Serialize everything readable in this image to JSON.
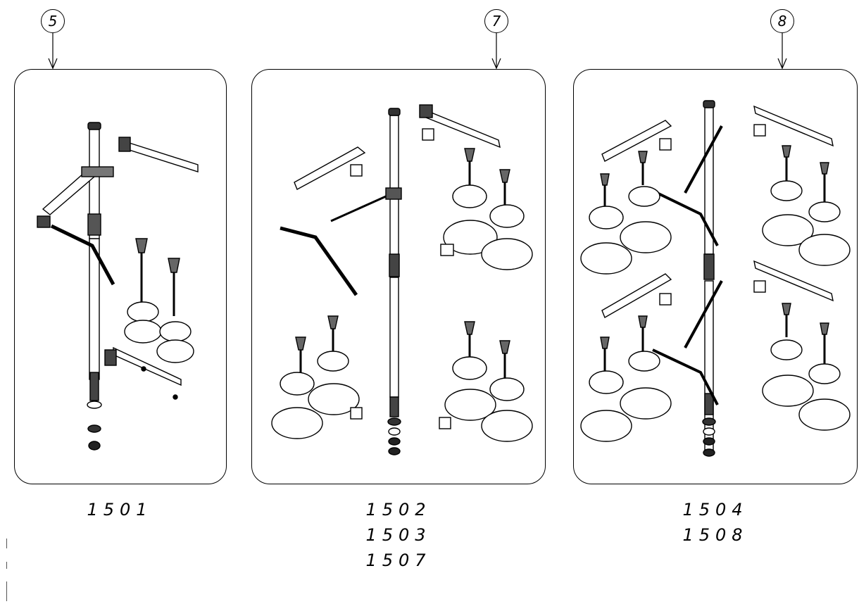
{
  "callouts": [
    {
      "label": "5"
    },
    {
      "label": "7"
    },
    {
      "label": "8"
    }
  ],
  "panels": [
    {
      "models": [
        "1501"
      ]
    },
    {
      "models": [
        "1502",
        "1503",
        "1507"
      ]
    },
    {
      "models": [
        "1504",
        "1508"
      ]
    }
  ]
}
